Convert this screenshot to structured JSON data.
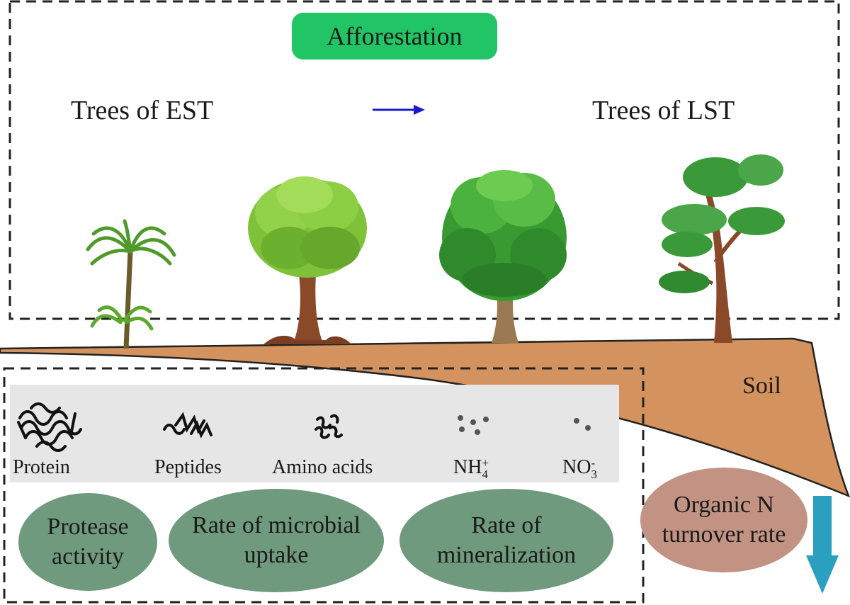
{
  "header": {
    "title": "Afforestation",
    "left_label": "Trees of EST",
    "right_label": "Trees of LST"
  },
  "soil": {
    "label": "Soil"
  },
  "process": {
    "steps": [
      {
        "label": "Protein"
      },
      {
        "label": "Peptides"
      },
      {
        "label": "Amino acids"
      },
      {
        "label": "NH",
        "sup": "+",
        "sub": "4"
      },
      {
        "label": "NO",
        "sup": "-",
        "sub": "3"
      }
    ]
  },
  "measures": [
    {
      "text": "Protease activity"
    },
    {
      "text": "Rate of microbial uptake"
    },
    {
      "text": "Rate of mineralization"
    }
  ],
  "turnover": {
    "text": "Organic N turnover rate"
  },
  "colors": {
    "title_bg": "#22c566",
    "arrow": "#1a1acc",
    "soil": "#d4935e",
    "ellipse_green": "#6f9a7e",
    "ellipse_brown": "#c29382",
    "down_arrow": "#2a9fc0"
  }
}
